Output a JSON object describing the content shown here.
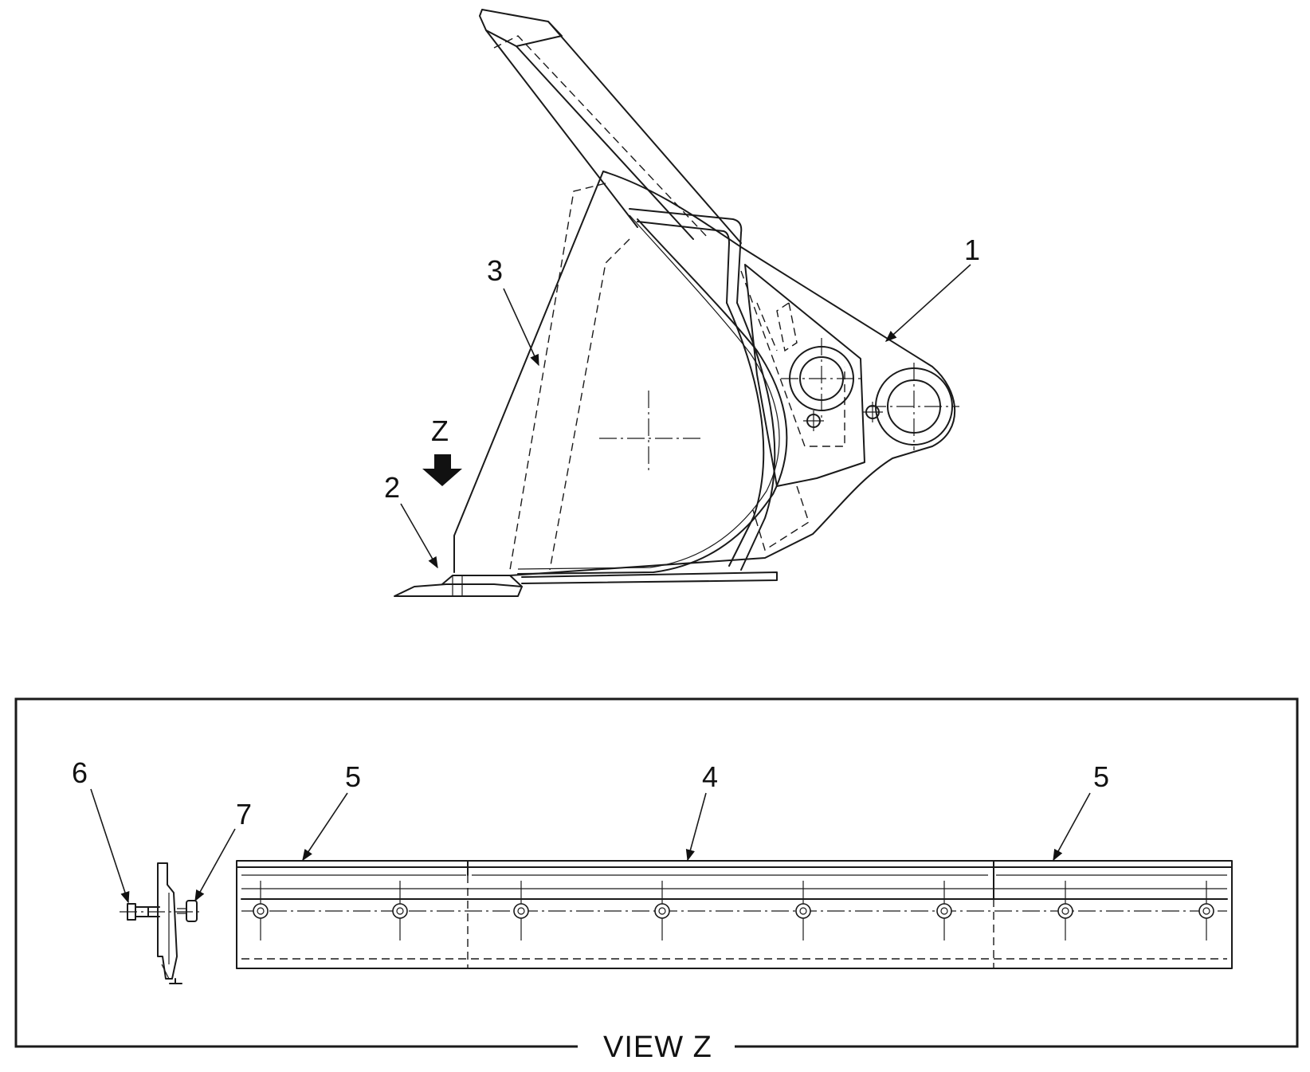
{
  "callouts": {
    "c1": "1",
    "c2": "2",
    "c3": "3",
    "c4": "4",
    "c5a": "5",
    "c5b": "5",
    "c6": "6",
    "c7": "7"
  },
  "view_arrow_label": "Z",
  "view_label": "VIEW Z"
}
